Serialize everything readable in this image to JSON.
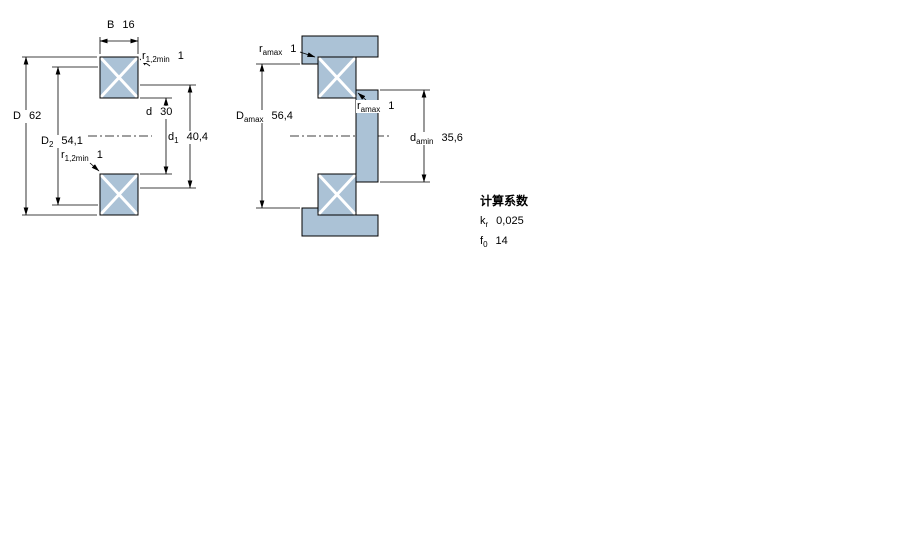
{
  "figure": {
    "left": {
      "dim_B": {
        "main": "B",
        "value": "16"
      },
      "dim_D": {
        "main": "D",
        "value": "62"
      },
      "dim_D2": {
        "main": "D",
        "sub": "2",
        "value": "54,1"
      },
      "dim_r12_top": {
        "main": "r",
        "sub": "1,2min",
        "value": "1"
      },
      "dim_r12_left": {
        "main": "r",
        "sub": "1,2min",
        "value": "1"
      },
      "dim_d": {
        "main": "d",
        "value": "30"
      },
      "dim_d1": {
        "main": "d",
        "sub": "1",
        "value": "40,4"
      }
    },
    "right": {
      "dim_ramax_top": {
        "main": "r",
        "sub": "amax",
        "value": "1"
      },
      "dim_ramax_mid": {
        "main": "r",
        "sub": "amax",
        "value": "1"
      },
      "dim_Damax": {
        "main": "D",
        "sub": "amax",
        "value": "56,4"
      },
      "dim_damin": {
        "main": "d",
        "sub": "amin",
        "value": "35,6"
      }
    },
    "colors": {
      "section_fill": "#abc2d6",
      "line": "#000000"
    }
  },
  "calc_factors": {
    "title": "计算系数",
    "kr": {
      "main": "k",
      "sub": "r",
      "value": "0,025"
    },
    "f0": {
      "main": "f",
      "sub": "0",
      "value": "14"
    }
  }
}
